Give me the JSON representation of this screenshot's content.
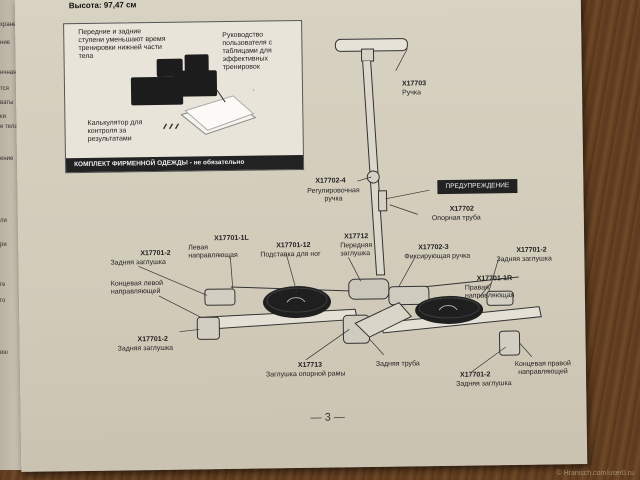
{
  "header": {
    "height_label": "Высота: 97,47 см"
  },
  "left_page": {
    "fragments": [
      "хранение",
      "ние",
      "нчная",
      "тся",
      "ваты",
      "ки",
      "е тела",
      "ение",
      "ли",
      "ри",
      "ге",
      "го",
      "ию"
    ]
  },
  "accessories": {
    "steps_text": "Передние и задние ступени уменьшают время тренировки нижней части тела",
    "guide_text": "Руководство пользователя с таблицами для эффективных тренировок",
    "calc_text": "Калькулятор для контроля за результатами",
    "bar_text": "КОМПЛЕКТ ФИРМЕННОЙ ОДЕЖДЫ - не обязательно"
  },
  "labels": {
    "handle_code": "X17703",
    "handle": "Ручка",
    "adj_code": "X17702-4",
    "adj": "Регулировочная ручка",
    "warning": "ПРЕДУПРЕЖДЕНИЕ",
    "support_code": "X17702",
    "support": "Опорная труба",
    "left_guide_code": "X17701-1L",
    "left_guide": "Левая направляющая",
    "footrest_code": "X17701-12",
    "footrest": "Подставка для ног",
    "front_cap_code": "X17712",
    "front_cap": "Передняя заглушка",
    "lock_code": "X17702-3",
    "lock": "Фиксирующая ручка",
    "rear_cap_tl_code": "X17701-2",
    "rear_cap_tl": "Задняя заглушка",
    "rear_cap_tr_code": "X17701-2",
    "rear_cap_tr": "Задняя заглушка",
    "end_left": "Концевая левой направляющей",
    "right_guide_code": "X17701-1R",
    "right_guide": "Правая направляющая",
    "rear_cap_bl_code": "X17701-2",
    "rear_cap_bl": "Задняя заглушка",
    "frame_cap_code": "X17713",
    "frame_cap": "Заглушка опорной рамы",
    "rear_tube": "Задняя труба",
    "rear_cap_br_code": "X17701-2",
    "rear_cap_br": "Задняя заглушка",
    "end_right": "Концевая правой направляющей"
  },
  "page_number": "— 3 —",
  "watermark": "© Hranisch.com/user0.ru"
}
